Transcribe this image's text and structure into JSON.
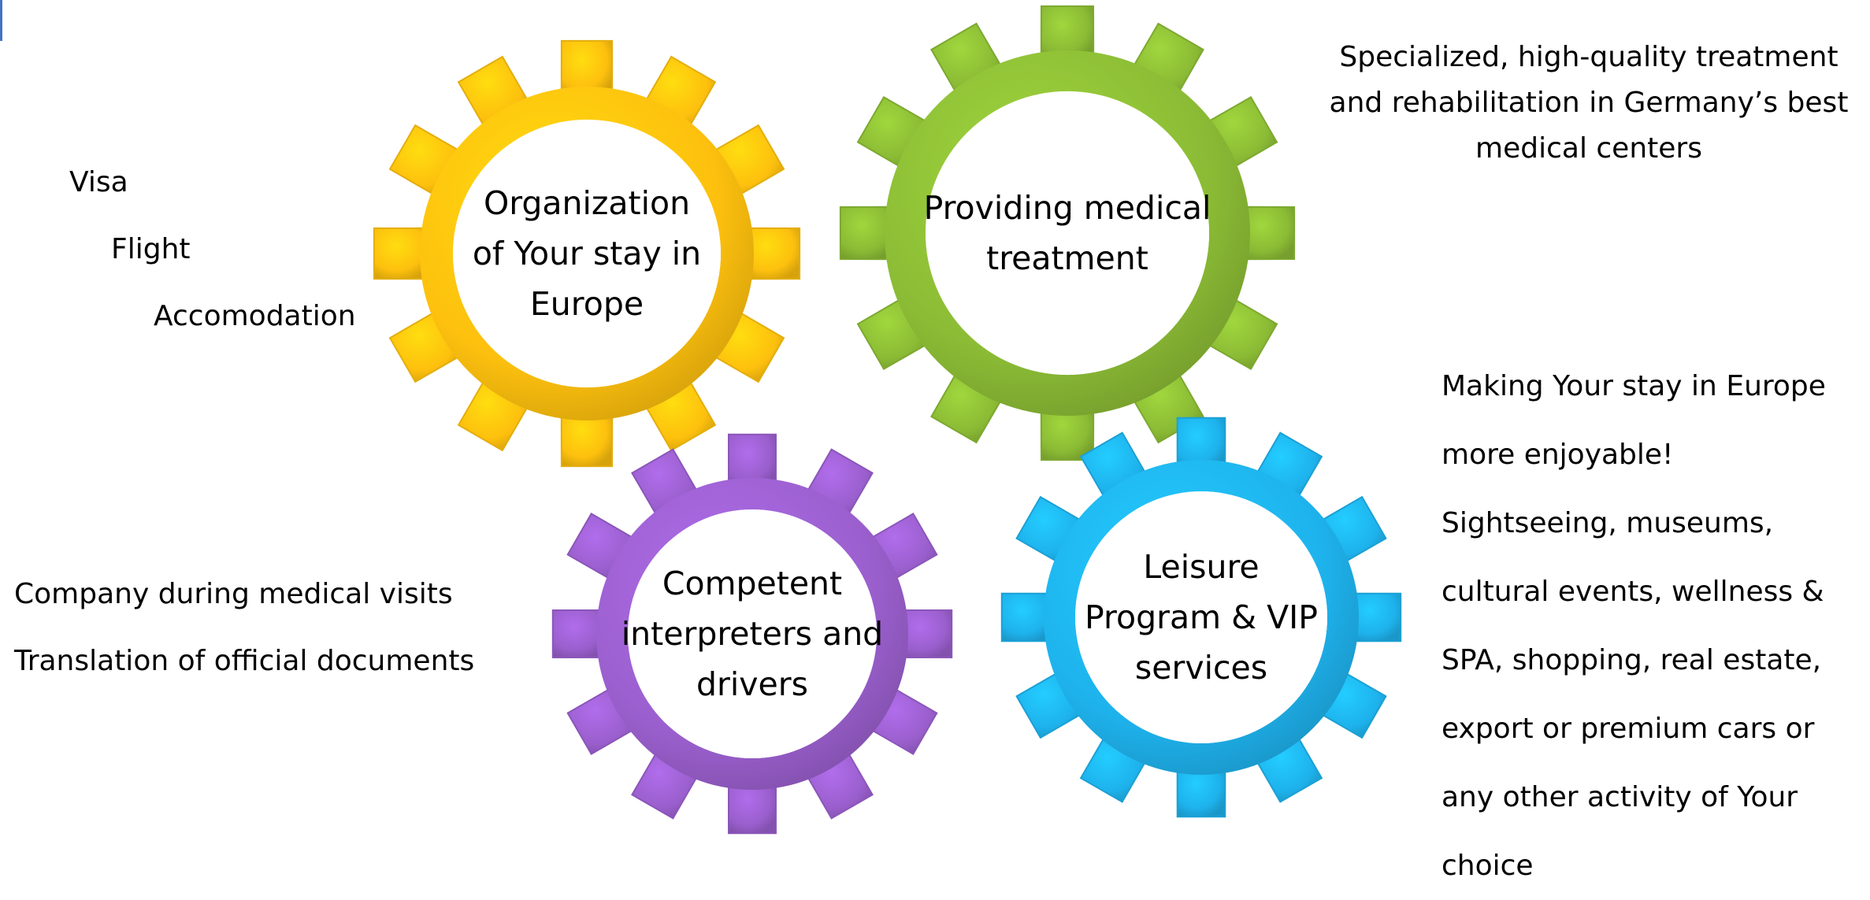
{
  "colors": {
    "orange": "#FDC00E",
    "green": "#8BBB35",
    "purple": "#9A5FCD",
    "blue": "#1EB2EC",
    "accent_line": "#4472C4"
  },
  "gears": [
    {
      "id": "organization",
      "color": "#FDC00E",
      "label_lines": [
        "Organization",
        "of Your stay in",
        "Europe"
      ]
    },
    {
      "id": "medical",
      "color": "#8BBB35",
      "label_lines": [
        "Providing medical",
        "treatment"
      ]
    },
    {
      "id": "interpreters",
      "color": "#9A5FCD",
      "label_lines": [
        "Competent",
        "interpreters and",
        "drivers"
      ]
    },
    {
      "id": "leisure",
      "color": "#1EB2EC",
      "label_lines": [
        "Leisure",
        "Program & VIP",
        "services"
      ]
    }
  ],
  "organization_items": [
    "Visa",
    "Flight",
    "Accomodation"
  ],
  "medical_description": [
    "Specialized, high-quality treatment",
    "and rehabilitation in Germany’s best",
    "medical centers"
  ],
  "interpreter_items": [
    "Company during medical visits",
    "Translation of official documents"
  ],
  "leisure_description": [
    "Making Your stay in Europe",
    "more enjoyable!",
    "Sightseeing, museums,",
    "cultural events, wellness &",
    "SPA, shopping, real estate,",
    "export or premium cars or",
    "any other activity of Your",
    "choice"
  ]
}
